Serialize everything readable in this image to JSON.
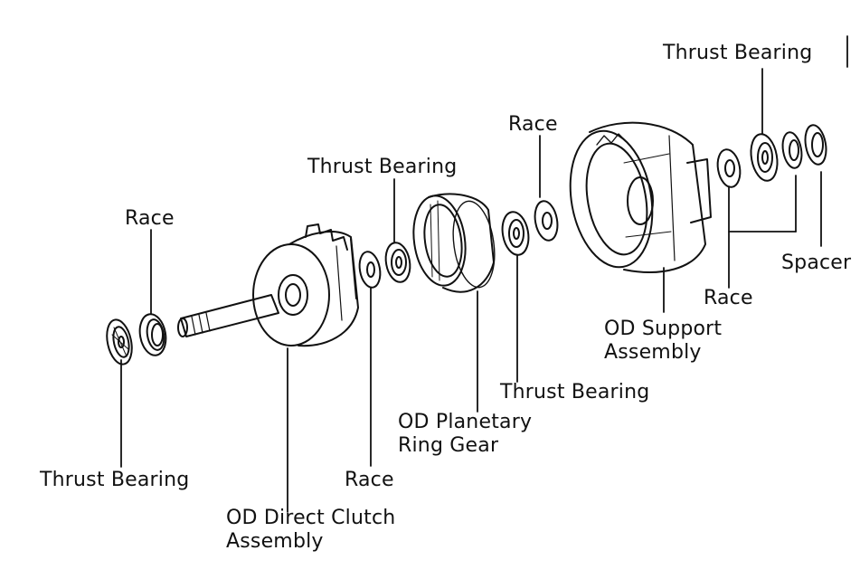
{
  "labels": {
    "thrust_bearing_top": "Thrust Bearing",
    "race_top": "Race",
    "thrust_bearing_mid": "Thrust Bearing",
    "race_left": "Race",
    "spacer": "Spacer",
    "race_right": "Race",
    "od_support_line1": "OD Support",
    "od_support_line2": "Assembly",
    "thrust_bearing_lower": "Thrust Bearing",
    "od_planetary_line1": "OD Planetary",
    "od_planetary_line2": "Ring Gear",
    "race_bottom": "Race",
    "thrust_bearing_left": "Thrust Bearing",
    "od_direct_line1": "OD Direct Clutch",
    "od_direct_line2": "Assembly"
  },
  "colors": {
    "ink": "#111111",
    "paper": "#ffffff"
  }
}
